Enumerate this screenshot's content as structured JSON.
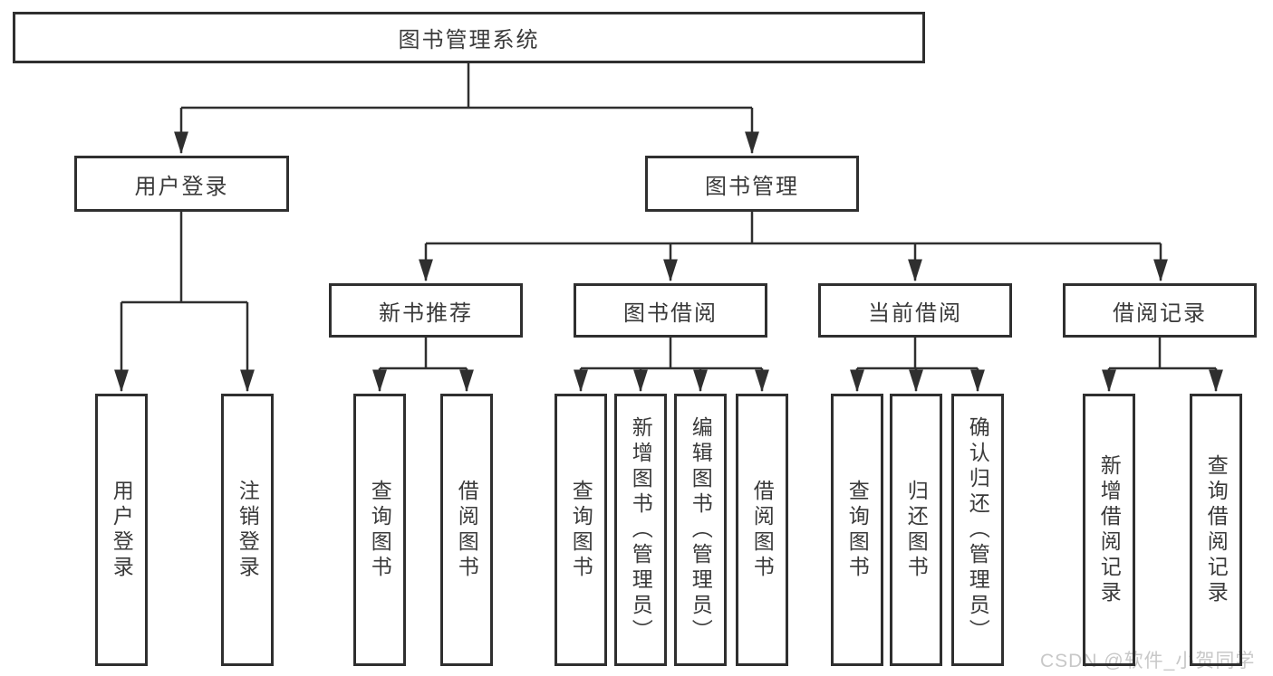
{
  "colors": {
    "line": "#2f2f2f",
    "box_border": "#2f2f2f",
    "text": "#3a3a3a",
    "watermark": "#c8c8c8",
    "background": "#ffffff"
  },
  "root": {
    "label": "图书管理系统"
  },
  "branches": {
    "user_login": {
      "label": "用户登录",
      "children": [
        {
          "label": "用户登录"
        },
        {
          "label": "注销登录"
        }
      ]
    },
    "book_management": {
      "label": "图书管理",
      "sections": {
        "new_book_recommend": {
          "label": "新书推荐",
          "children": [
            {
              "label": "查询图书"
            },
            {
              "label": "借阅图书"
            }
          ]
        },
        "book_borrowing": {
          "label": "图书借阅",
          "children": [
            {
              "label": "查询图书"
            },
            {
              "label": "新增图书（管理员）"
            },
            {
              "label": "编辑图书（管理员）"
            },
            {
              "label": "借阅图书"
            }
          ]
        },
        "current_borrowing": {
          "label": "当前借阅",
          "children": [
            {
              "label": "查询图书"
            },
            {
              "label": "归还图书"
            },
            {
              "label": "确认归还（管理员）"
            }
          ]
        },
        "borrowing_records": {
          "label": "借阅记录",
          "children": [
            {
              "label": "新增借阅记录"
            },
            {
              "label": "查询借阅记录"
            }
          ]
        }
      }
    }
  },
  "watermark": {
    "text": "CSDN @软件_小贺同学"
  }
}
